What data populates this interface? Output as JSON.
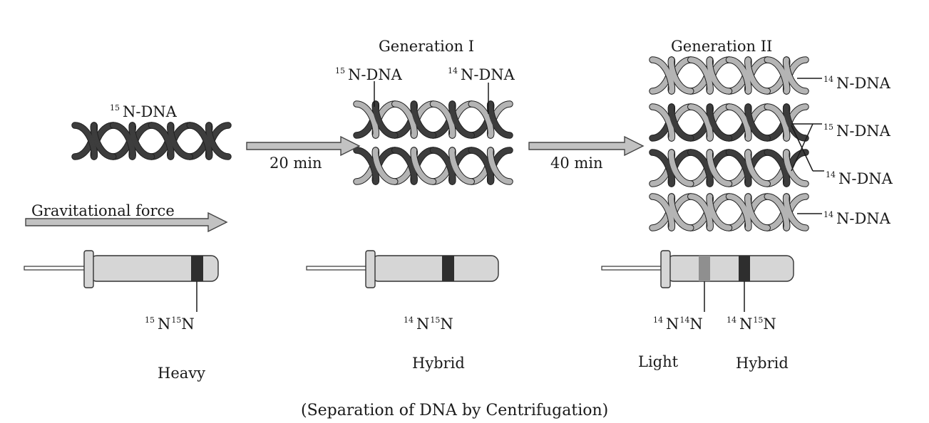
{
  "stages": {
    "generation_1": "Generation I",
    "generation_2": "Generation II"
  },
  "dna_labels": {
    "parent": {
      "isotope": "15",
      "text": "N-DNA"
    },
    "gen1_left": {
      "isotope": "15",
      "text": "N-DNA"
    },
    "gen1_right": {
      "isotope": "14",
      "text": "N-DNA"
    },
    "gen2_row1": {
      "isotope": "14",
      "text": "N-DNA"
    },
    "gen2_hybrid_a": {
      "isotope": "15",
      "text": "N-DNA"
    },
    "gen2_hybrid_b": {
      "isotope": "14",
      "text": "N-DNA"
    },
    "gen2_row4": {
      "isotope": "14",
      "text": "N-DNA"
    }
  },
  "arrows": {
    "time_1": "20 min",
    "time_2": "40 min",
    "force": "Gravitational force"
  },
  "bands": {
    "heavy": {
      "iso1": "15",
      "mid": "N",
      "iso2": "15",
      "end": "N"
    },
    "hybrid_1": {
      "iso1": "14",
      "mid": "N",
      "iso2": "15",
      "end": "N"
    },
    "light": {
      "iso1": "14",
      "mid": "N",
      "iso2": "14",
      "end": "N"
    },
    "hybrid_2": {
      "iso1": "14",
      "mid": "N",
      "iso2": "15",
      "end": "N"
    }
  },
  "density_labels": {
    "heavy": "Heavy",
    "hybrid_1": "Hybrid",
    "light": "Light",
    "hybrid_2": "Hybrid"
  },
  "caption": "(Separation of DNA by Centrifugation)",
  "colors": {
    "dark_strand": "#3d3d3d",
    "light_strand": "#b4b4b4",
    "tube_fill": "#d6d6d6",
    "arrow_fill": "#c2c2c2",
    "heavy_band": "#2e2e2e",
    "light_band": "#8f8f8f"
  }
}
